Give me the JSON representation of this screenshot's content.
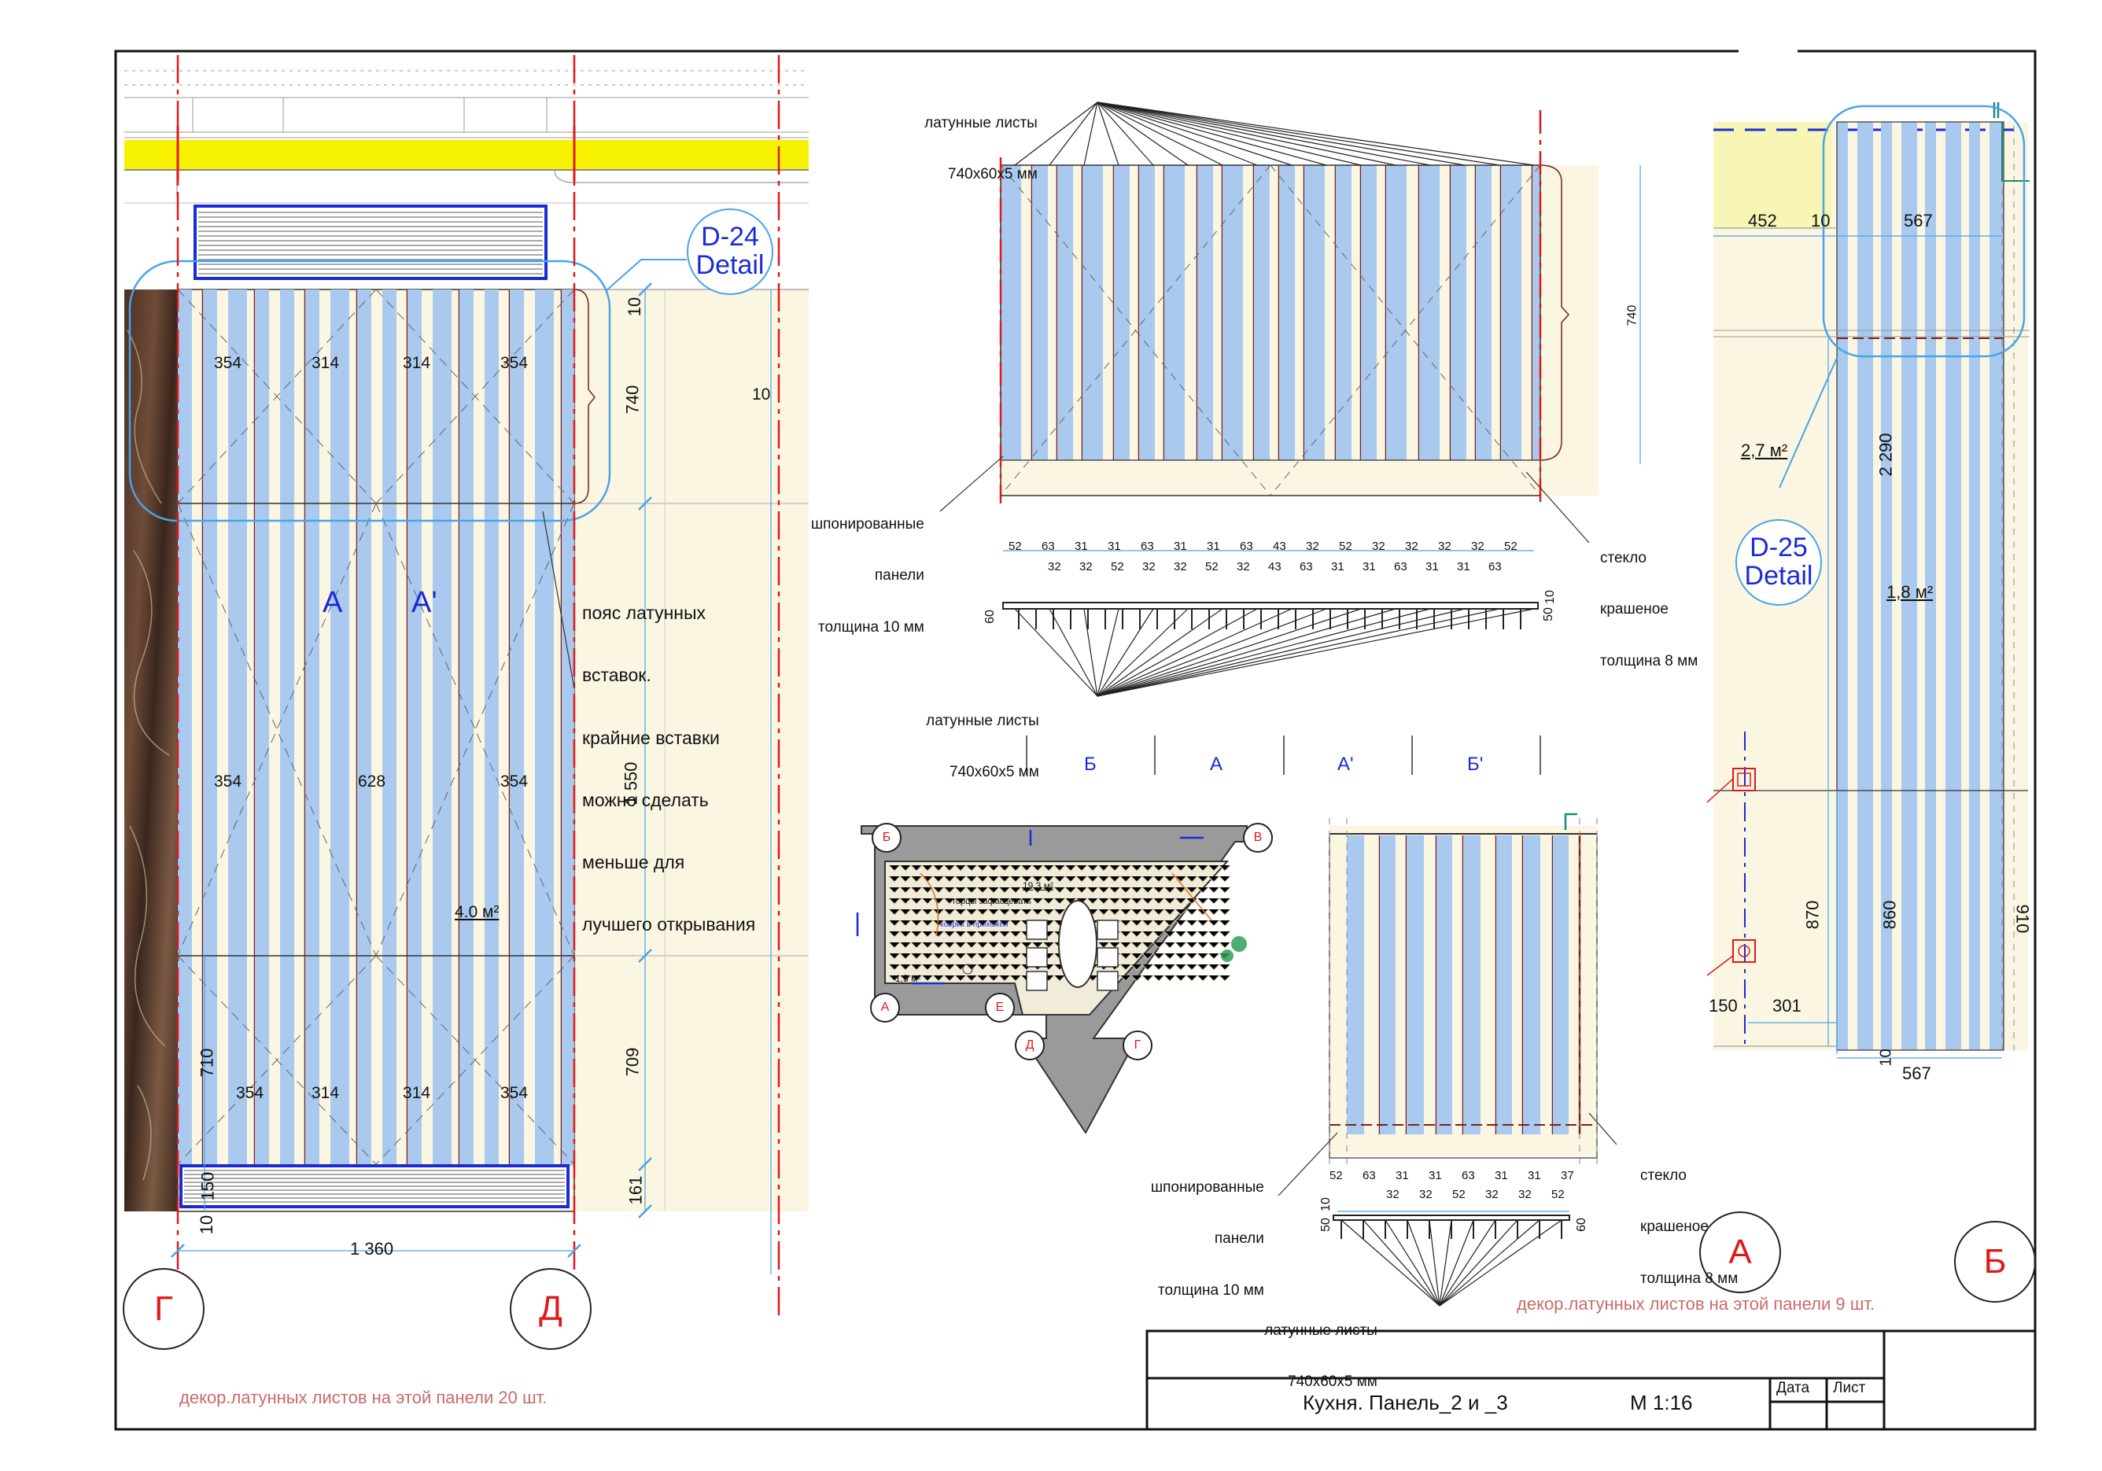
{
  "title_block": {
    "drawing_name": "Кухня. Панель_2 и _3",
    "scale": "М 1:16",
    "date_label": "Дата",
    "sheet_label": "Лист"
  },
  "axes": {
    "g": "Г",
    "d": "Д",
    "a": "А",
    "b": "Б",
    "plan": [
      "Б",
      "В",
      "А",
      "Е",
      "Д",
      "Г"
    ]
  },
  "left_panel": {
    "detail_ref": [
      "D-24",
      "Detail"
    ],
    "zone_labels": [
      "A",
      "A'"
    ],
    "area": "4.0 м²",
    "dims_top_row": [
      "354",
      "314",
      "314",
      "354"
    ],
    "dims_mid_row": [
      "354",
      "628",
      "354"
    ],
    "dims_bottom_row": [
      "354",
      "314",
      "314",
      "354"
    ],
    "vertical_dims": [
      "10",
      "740",
      "1 550",
      "709",
      "161"
    ],
    "left_vertical_dims": [
      "710",
      "150",
      "10"
    ],
    "side_dim": "10",
    "width_dim": "1 360",
    "note": [
      "пояс латунных",
      "вставок.",
      "крайние вставки",
      "можно сделать",
      "меньше для",
      "лучшего открывания"
    ],
    "footer_note": "декор.латунных листов на этой панели 20 шт."
  },
  "top_center": {
    "label_brass_top": [
      "латунные листы",
      "740х60х5 мм"
    ],
    "label_veneer": [
      "шпонированные",
      "панели",
      "толщина 10 мм"
    ],
    "label_glass": [
      "стекло",
      "крашеное",
      "толщина 8 мм"
    ],
    "label_brass_bottom": [
      "латунные листы",
      "740х60х5 мм"
    ],
    "height_dim": "740",
    "dims_row1": [
      "52",
      "63",
      "31",
      "31",
      "63",
      "31",
      "31",
      "63",
      "43",
      "32",
      "52",
      "32",
      "32",
      "32",
      "32",
      "52"
    ],
    "dims_row2": [
      "32",
      "32",
      "52",
      "32",
      "32",
      "52",
      "32",
      "43",
      "63",
      "31",
      "31",
      "63",
      "31",
      "31",
      "63"
    ],
    "section_dims": [
      "60",
      "50",
      "10"
    ],
    "sections": [
      "Б",
      "А",
      "А'",
      "Б'"
    ]
  },
  "bottom_center": {
    "label_veneer": [
      "шпонированные",
      "панели",
      "толщина 10 мм"
    ],
    "label_glass": [
      "стекло",
      "крашеное",
      "толщина 8 мм"
    ],
    "label_brass": [
      "латунные листы",
      "740х60х5 мм"
    ],
    "dims_row1": [
      "52",
      "63",
      "31",
      "31",
      "63",
      "31",
      "31",
      "37"
    ],
    "dims_row2": [
      "32",
      "32",
      "52",
      "32",
      "32",
      "52"
    ],
    "section_dims": [
      "50",
      "10",
      "60"
    ],
    "footer_note": "декор.латунных листов на этой панели 9 шт."
  },
  "right_panel": {
    "detail_ref": [
      "D-25",
      "Detail"
    ],
    "dims_top": [
      "452",
      "10",
      "567"
    ],
    "area_top": "2,7 м²",
    "area_main": "1,8 м²",
    "vertical_dims": [
      "2 290",
      "870",
      "860",
      "910"
    ],
    "dims_bottom": [
      "150",
      "301",
      "10",
      "567"
    ]
  },
  "plan": {
    "texts": [
      "торцы зафасцевать",
      "коврик в прихожей",
      "19,3 м²",
      "1,5 м²"
    ]
  },
  "colors": {
    "panel_blue": "#a9c9ee",
    "cream": "#fbf6e2",
    "brass_line": "#7a1f1f",
    "axis_red": "#e0191b",
    "detail_blue": "#4aa3e8",
    "ceiling_yellow": "#f7f200"
  }
}
